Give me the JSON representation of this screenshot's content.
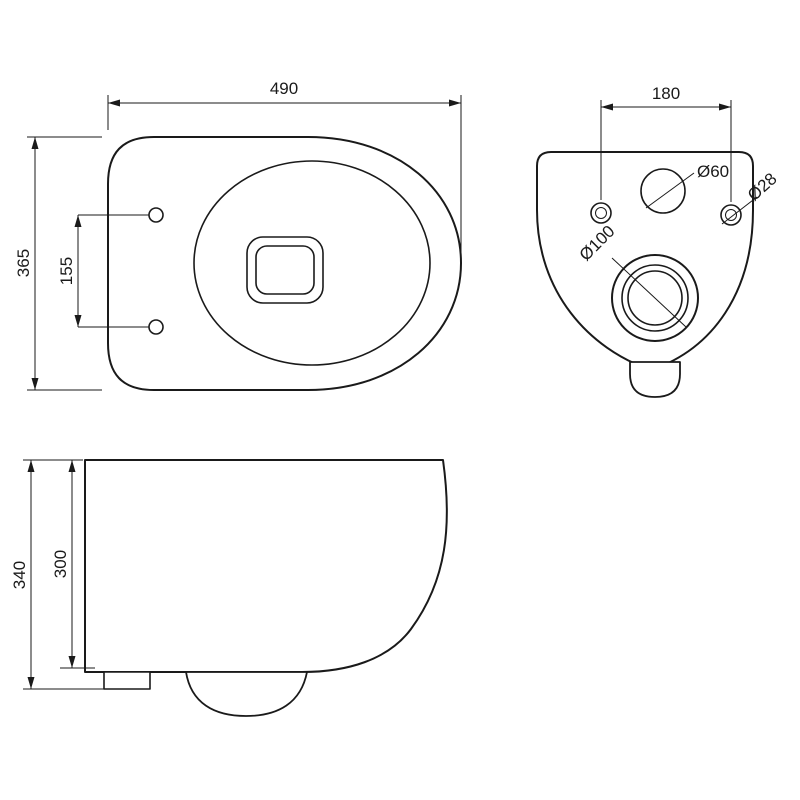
{
  "drawing": {
    "kind": "technical-dimension-drawing",
    "subject": "wall-hung toilet",
    "line_color": "#1a1a1a",
    "background_color": "#ffffff"
  },
  "dimensions": {
    "top_view": {
      "width": "490",
      "height": "365",
      "hole_spacing": "155"
    },
    "back_view": {
      "hole_spacing": "180",
      "hole_top": "Ø60",
      "hole_side": "Ø28",
      "hole_drain": "Ø100"
    },
    "side_view": {
      "outer_height": "340",
      "inner_height": "300"
    }
  }
}
